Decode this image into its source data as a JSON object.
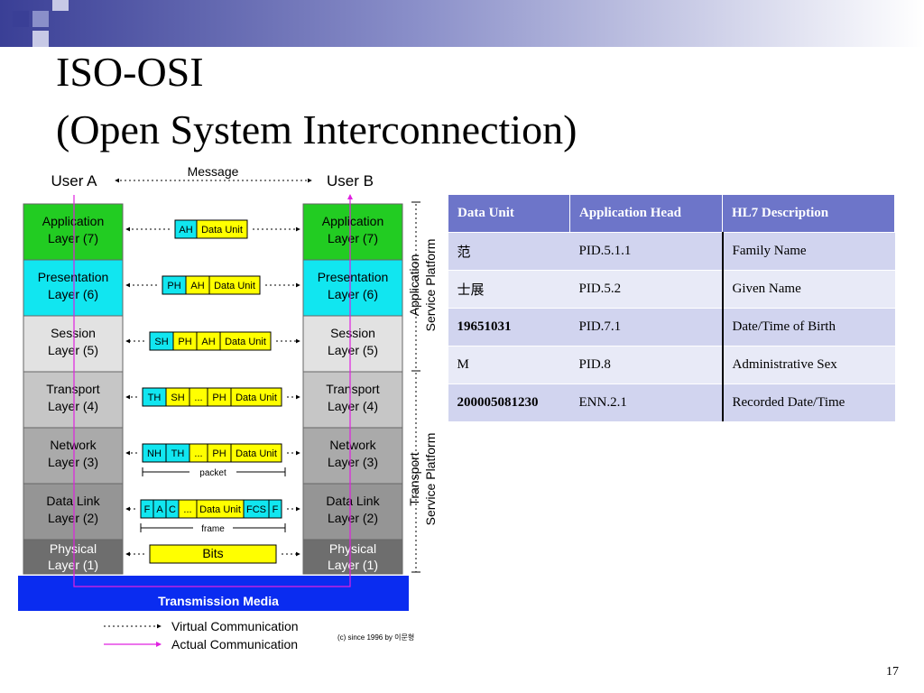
{
  "slide": {
    "title_line1": "ISO-OSI",
    "title_line2": "(Open System Interconnection)",
    "page_number": "17"
  },
  "diagram": {
    "user_a": "User A",
    "user_b": "User B",
    "message": "Message",
    "layers": [
      {
        "line1": "Application",
        "line2": "Layer (7)",
        "color": "#22cc22"
      },
      {
        "line1": "Presentation",
        "line2": "Layer (6)",
        "color": "#11e6f0"
      },
      {
        "line1": "Session",
        "line2": "Layer (5)",
        "color": "#e2e2e2"
      },
      {
        "line1": "Transport",
        "line2": "Layer (4)",
        "color": "#c6c6c6"
      },
      {
        "line1": "Network",
        "line2": "Layer (3)",
        "color": "#aaaaaa"
      },
      {
        "line1": "Data Link",
        "line2": "Layer (2)",
        "color": "#959595"
      },
      {
        "line1": "Physical",
        "line2": "Layer (1)",
        "color": "#6e6e6e"
      }
    ],
    "pdus": {
      "application": [
        "AH",
        "Data Unit"
      ],
      "presentation": [
        "PH",
        "AH",
        "Data Unit"
      ],
      "session": [
        "SH",
        "PH",
        "AH",
        "Data Unit"
      ],
      "transport": [
        "TH",
        "SH",
        "...",
        "PH",
        "Data Unit"
      ],
      "network": [
        "NH",
        "TH",
        "...",
        "PH",
        "Data Unit"
      ],
      "datalink": [
        "F",
        "A",
        "C",
        "...",
        "Data Unit",
        "FCS",
        "F"
      ],
      "physical": [
        "Bits"
      ]
    },
    "packet_label": "packet",
    "frame_label": "frame",
    "application_platform": [
      "Application",
      "Service Platform"
    ],
    "transport_platform": [
      "Transport",
      "Service Platform"
    ],
    "transmission_media": "Transmission Media",
    "legend_virtual": "Virtual Communication",
    "legend_actual": "Actual Communication",
    "copyright": "(c) since 1996 by 이문형",
    "colors": {
      "header_cyan": "#11e6f0",
      "data_yellow": "#ffff00",
      "media_blue": "#0a2cf0",
      "actual_line": "#e020e0"
    }
  },
  "table": {
    "headers": [
      "Data Unit",
      "Application Head",
      "HL7 Description"
    ],
    "rows": [
      [
        "范",
        "PID.5.1.1",
        "Family Name"
      ],
      [
        "士展",
        "PID.5.2",
        "Given Name"
      ],
      [
        "19651031",
        "PID.7.1",
        "Date/Time of Birth"
      ],
      [
        "M",
        "PID.8",
        "Administrative Sex"
      ],
      [
        "200005081230",
        "ENN.2.1",
        "Recorded Date/Time"
      ]
    ],
    "header_color": "#6d75c9"
  }
}
